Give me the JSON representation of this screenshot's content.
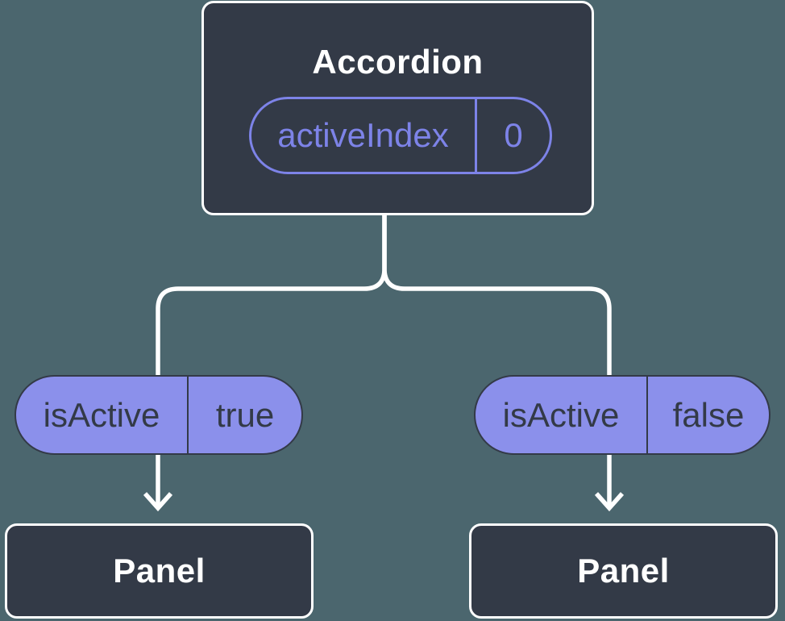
{
  "colors": {
    "background": "#4B666E",
    "node_fill": "#333A47",
    "node_border": "#FFFFFF",
    "accent_outline": "#7D83E8",
    "accent_fill": "#8B90EB",
    "dark_text": "#333A47",
    "light_text": "#FFFFFF",
    "connector": "#FFFFFF"
  },
  "root_node": {
    "title": "Accordion",
    "prop": {
      "name": "activeIndex",
      "value": "0"
    }
  },
  "left_branch": {
    "state": {
      "name": "isActive",
      "value": "true"
    },
    "node": {
      "title": "Panel"
    }
  },
  "right_branch": {
    "state": {
      "name": "isActive",
      "value": "false"
    },
    "node": {
      "title": "Panel"
    }
  }
}
